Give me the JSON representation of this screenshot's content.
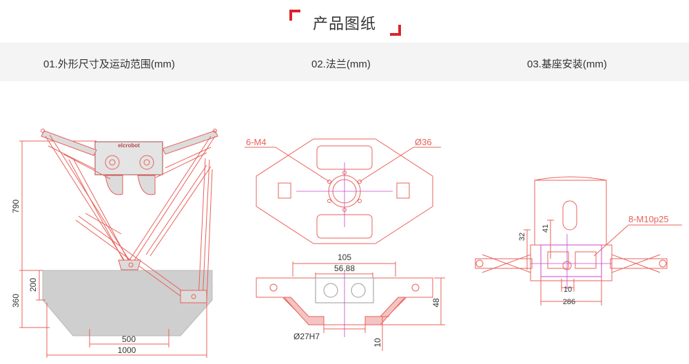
{
  "header": {
    "title": "产品图纸"
  },
  "tabs": [
    {
      "label": "01.外形尺寸及运动范围(mm)"
    },
    {
      "label": "02.法兰(mm)"
    },
    {
      "label": "03.基座安装(mm)"
    }
  ],
  "drawing1": {
    "dim_height": "790",
    "dim_200": "200",
    "dim_360": "360",
    "dim_500": "500",
    "dim_1000": "1000",
    "brand": "elcrobot"
  },
  "drawing2": {
    "callout_holes": "6-M4",
    "callout_diameter": "Ø36",
    "dim_105": "105",
    "dim_5688": "56,88",
    "dim_48": "48",
    "dim_bore": "Ø27H7",
    "dim_10": "10"
  },
  "drawing3": {
    "callout_bolts": "8-M10p25",
    "dim_32": "32",
    "dim_41": "41",
    "dim_10": "10",
    "dim_286": "286"
  },
  "colors": {
    "accent": "#d6262c",
    "line": "#e8605a",
    "fill": "#cfcfcf",
    "magenta": "#cc44cc"
  }
}
